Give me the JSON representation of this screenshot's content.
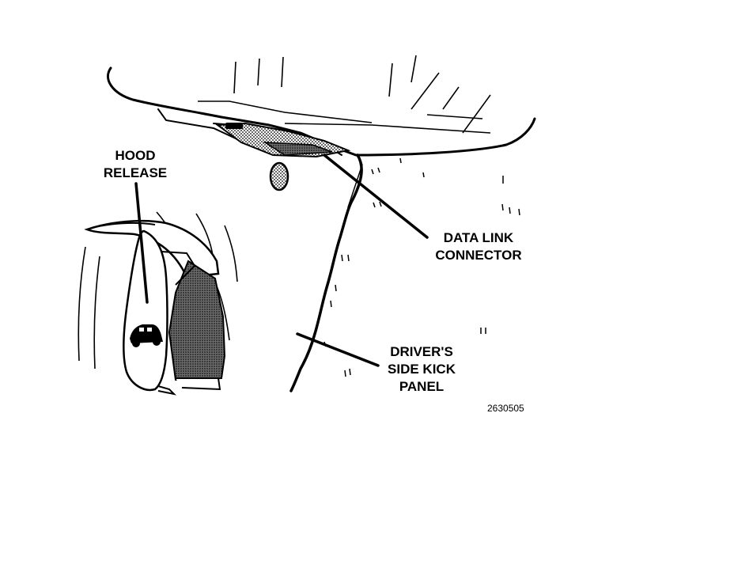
{
  "labels": {
    "hood_release": [
      "HOOD",
      "RELEASE"
    ],
    "data_link_connector": [
      "DATA LINK",
      "CONNECTOR"
    ],
    "kick_panel": [
      "DRIVER'S",
      "SIDE KICK",
      "PANEL"
    ]
  },
  "figure_number": "2630505",
  "colors": {
    "ink": "#000000",
    "paper": "#ffffff",
    "shade": "#7a7a7a"
  }
}
